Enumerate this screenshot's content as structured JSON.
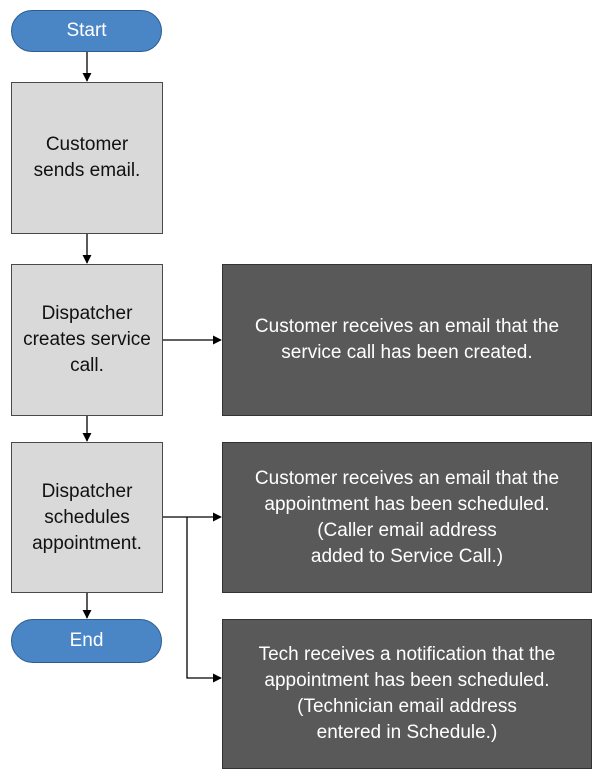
{
  "colors": {
    "terminal_fill": "#4a86c6",
    "process_fill": "#d9d9d9",
    "outcome_fill": "#595959",
    "line": "#000000"
  },
  "nodes": {
    "start": "Start",
    "customer_sends_email": "Customer\nsends email.",
    "dispatcher_creates_service_call": "Dispatcher\ncreates service\ncall.",
    "dispatcher_schedules_appointment": "Dispatcher\nschedules\nappointment.",
    "end": "End",
    "email_service_call_created": "Customer receives an email that the\nservice call has been created.",
    "email_appointment_scheduled": "Customer receives an email that the\nappointment has been scheduled.\n(Caller email address\nadded to Service Call.)",
    "tech_notification_scheduled": "Tech receives a notification that the\nappointment has been scheduled.\n(Technician email address\nentered in Schedule.)"
  }
}
